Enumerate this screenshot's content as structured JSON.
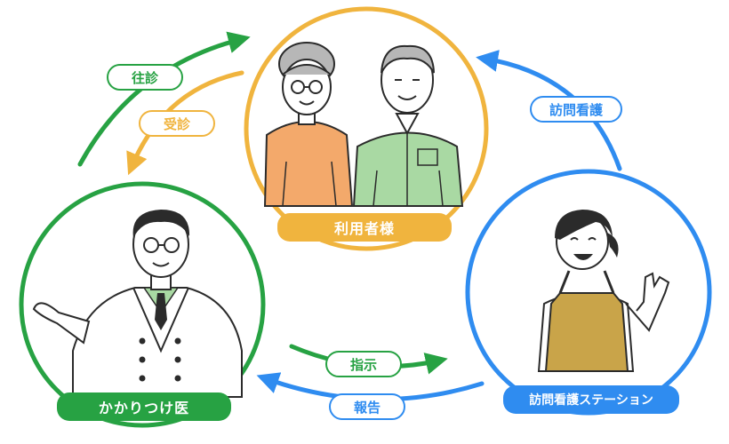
{
  "colors": {
    "green": "#27a243",
    "orange": "#f0b43e",
    "blue": "#2f8cf0",
    "white": "#ffffff"
  },
  "nodes": {
    "patients": {
      "label": "利用者様"
    },
    "doctor": {
      "label": "かかりつけ医"
    },
    "nursing_station": {
      "label": "訪問看護ステーション"
    }
  },
  "flows": {
    "home_visit": {
      "label": "往診"
    },
    "outpatient": {
      "label": "受診"
    },
    "visiting_nursing": {
      "label": "訪問看護"
    },
    "instruction": {
      "label": "指示"
    },
    "report": {
      "label": "報告"
    }
  },
  "illustrations": {
    "patients": "elderly-couple-icon",
    "doctor": "doctor-icon",
    "nurse": "nurse-icon"
  }
}
